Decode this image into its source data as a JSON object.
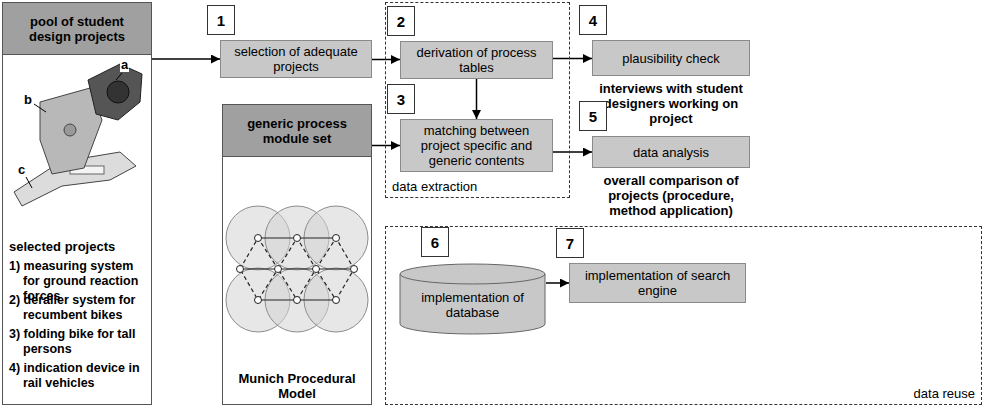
{
  "diagram": {
    "nodes": [
      {
        "text": [
          "pool of student design projects",
          "selected projects",
          "1) measuring system for ground reaction forces",
          "2) derailer system for recumbent bikes",
          "3) folding bike for tall persons",
          "4) indication device in rail vehicles"
        ]
      },
      {
        "text": [
          "1",
          "selection of adequate projects"
        ]
      },
      {
        "text": [
          "data extraction"
        ]
      },
      {
        "text": [
          "2",
          "derivation of process tables"
        ],
        "in": 2
      },
      {
        "text": [
          "3",
          "matching between project specific and generic contents"
        ],
        "in": 2
      },
      {
        "text": [
          "4",
          "plausibility check",
          "interviews with student designers working on project"
        ]
      },
      {
        "text": [
          "generic process module set",
          "Munich Procedural Model"
        ]
      },
      {
        "text": [
          "5",
          "data analysis",
          "overall comparison of projects (procedure, method application)"
        ]
      },
      {
        "text": [
          "data reuse"
        ]
      },
      {
        "text": [
          "6",
          "implementation of database"
        ],
        "in": 8
      },
      {
        "text": [
          "7",
          "implementation of search engine"
        ],
        "in": 8
      }
    ],
    "edges": [
      {
        "from": 0,
        "to": 1,
        "arrow": "to"
      },
      {
        "from": 1,
        "to": 3,
        "arrow": "to"
      },
      {
        "from": 3,
        "to": 4,
        "arrow": "to"
      },
      {
        "from": 3,
        "to": 5,
        "arrow": "to"
      },
      {
        "from": 6,
        "to": 4,
        "arrow": "to"
      },
      {
        "from": 4,
        "to": 7,
        "arrow": "to"
      },
      {
        "from": 9,
        "to": 10,
        "arrow": "to"
      }
    ],
    "labels": [
      "a",
      "b",
      "c"
    ]
  }
}
